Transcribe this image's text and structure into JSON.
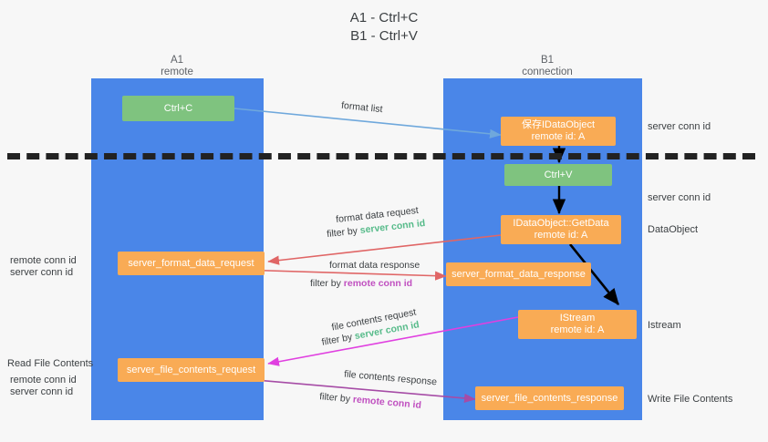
{
  "title": "A1 - Ctrl+C\nB1 - Ctrl+V",
  "columns": [
    {
      "name": "A1",
      "sub": "remote"
    },
    {
      "name": "B1",
      "sub": "connection"
    }
  ],
  "nodes": {
    "ctrl_c": "Ctrl+C",
    "save_idataobject_l1": "保存IDataObject",
    "save_idataobject_l2": "remote id: A",
    "ctrl_v": "Ctrl+V",
    "getdata_l1": "IDataObject::GetData",
    "getdata_l2": "remote id: A",
    "format_data_request": "server_format_data_request",
    "format_data_response": "server_format_data_response",
    "istream_l1": "IStream",
    "istream_l2": "remote id: A",
    "file_contents_request": "server_file_contents_request",
    "file_contents_response": "server_file_contents_response"
  },
  "edge_labels": {
    "format_list": "format list",
    "format_data_request": "format data request",
    "format_data_request_filter_pre": "filter by ",
    "format_data_request_filter_key": "server conn id",
    "format_data_response": "format data response",
    "format_data_response_filter_pre": "filter by ",
    "format_data_response_filter_key": "remote conn id",
    "file_contents_request": "file contents request",
    "file_contents_request_filter_pre": "filter by ",
    "file_contents_request_filter_key": "server conn id",
    "file_contents_response": "file contents response",
    "file_contents_response_filter_pre": "filter by ",
    "file_contents_response_filter_key": "remote conn id"
  },
  "right_labels": {
    "server_conn_id_top": "server conn id",
    "server_conn_id_mid": "server conn id",
    "dataobject": "DataObject",
    "istream": "Istream",
    "write_file_contents": "Write File Contents"
  },
  "left_labels": {
    "remote_conn_id_1": "remote conn id",
    "server_conn_id_1": "server conn id",
    "read_file_contents": "Read File Contents",
    "remote_conn_id_2": "remote conn id",
    "server_conn_id_2": "server conn id"
  },
  "colors": {
    "lane": "#4a86e8",
    "green_node": "#7fc37f",
    "orange_node": "#f9ab55",
    "server_conn_id": "#57bb8a",
    "remote_conn_id": "#c050c0",
    "arrow_blue": "#6fa8dc",
    "arrow_red": "#e06666",
    "arrow_magenta": "#e040e0",
    "arrow_purple": "#a64ca6",
    "arrow_black": "#000000",
    "background": "#f7f7f7"
  }
}
